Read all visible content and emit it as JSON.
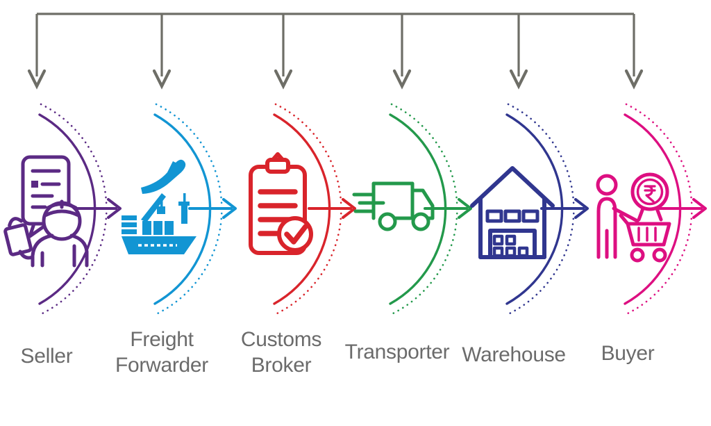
{
  "diagram": {
    "type": "process-flow",
    "direction": "left-to-right",
    "label_color": "#6b6b6b",
    "top_connector": {
      "shape": "horizontal-bracket-with-down-arrows",
      "color": "#6e6e67",
      "arrow_count": 6
    },
    "stages": [
      {
        "label": "Seller",
        "label_lines": [
          "Seller"
        ],
        "icon": "seller-person-with-bag-icon",
        "color": "#5b2a84"
      },
      {
        "label": "Freight Forwarder",
        "label_lines": [
          "Freight",
          "Forwarder"
        ],
        "icon": "cargo-ship-and-plane-icon",
        "color": "#1295d3"
      },
      {
        "label": "Customs Broker",
        "label_lines": [
          "Customs",
          "Broker"
        ],
        "icon": "clipboard-checklist-icon",
        "color": "#d9242b"
      },
      {
        "label": "Transporter",
        "label_lines": [
          "Transporter"
        ],
        "icon": "delivery-truck-icon",
        "color": "#23994b"
      },
      {
        "label": "Warehouse",
        "label_lines": [
          "Warehouse"
        ],
        "icon": "warehouse-building-icon",
        "color": "#30368f"
      },
      {
        "label": "Buyer",
        "label_lines": [
          "Buyer"
        ],
        "icon": "buyer-with-cart-and-medal-icon",
        "color": "#dd0f81"
      }
    ]
  }
}
